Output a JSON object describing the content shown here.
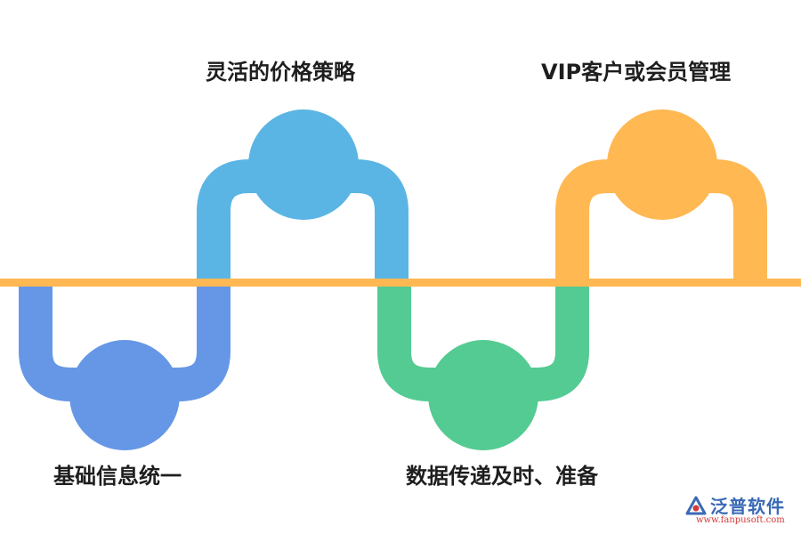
{
  "steps": [
    {
      "label": "基础信息统一",
      "color": "#6597e6",
      "position": "below"
    },
    {
      "label": "灵活的价格策略",
      "color": "#5bb5e4",
      "position": "above"
    },
    {
      "label": "数据传递及时、准备",
      "color": "#54cb92",
      "position": "below"
    },
    {
      "label": "VIP客户或会员管理",
      "color": "#ffb852",
      "position": "above"
    }
  ],
  "baseline_color": "#ffb852",
  "logo": {
    "name": "泛普软件",
    "url": "www.fanpusoft.com"
  }
}
